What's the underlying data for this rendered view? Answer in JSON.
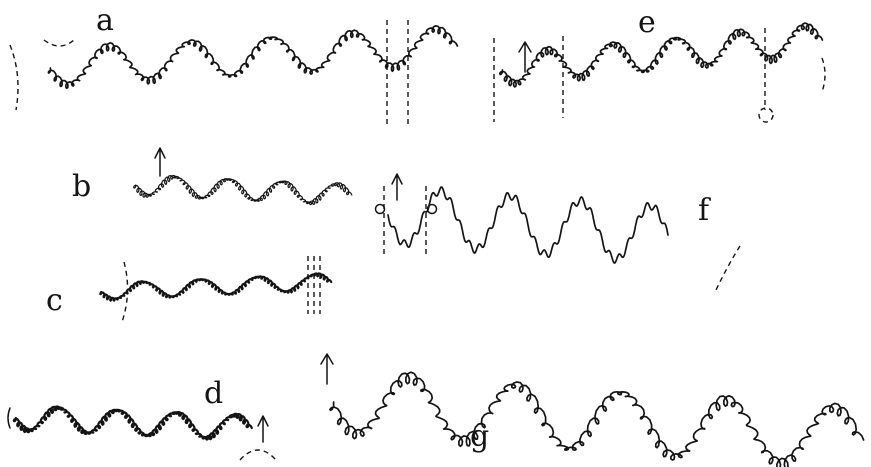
{
  "panels": [
    {
      "id": "a",
      "label": "a"
    },
    {
      "id": "b",
      "label": "b"
    },
    {
      "id": "c",
      "label": "c"
    },
    {
      "id": "d",
      "label": "d"
    },
    {
      "id": "e",
      "label": "e"
    },
    {
      "id": "f",
      "label": "f"
    },
    {
      "id": "g",
      "label": "g"
    }
  ],
  "colors": {
    "ink": "#141414",
    "paper": "#ffffff"
  },
  "arrow_icon": "up-arrow-icon"
}
